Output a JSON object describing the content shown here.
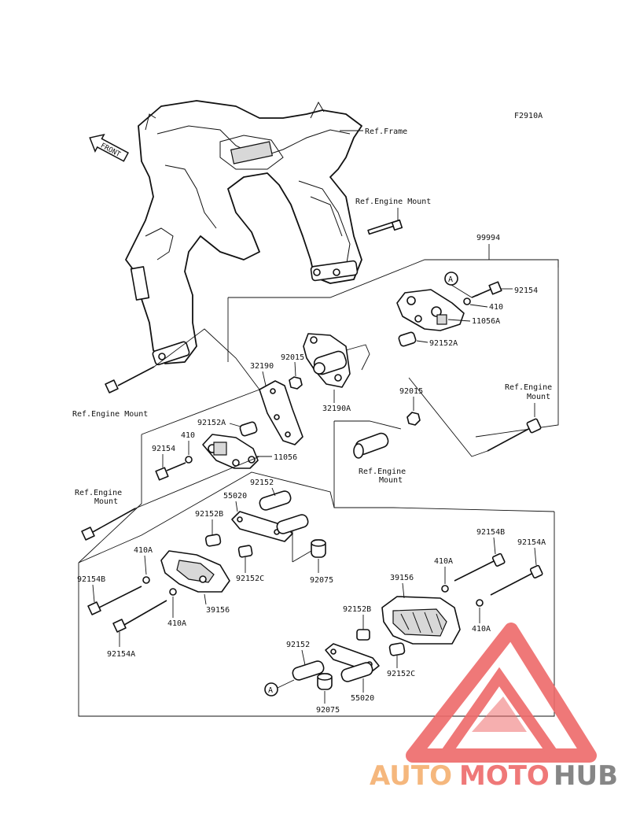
{
  "figure_code": "F2910A",
  "front_label": "FRONT",
  "refs": {
    "frame": "Ref.Frame",
    "engine_mount_top": "Ref.Engine Mount",
    "engine_mount_left": "Ref.Engine Mount",
    "engine_mount_right_line1": "Ref.Engine",
    "engine_mount_right_line2": "Mount",
    "engine_mount_mid_line1": "Ref.Engine",
    "engine_mount_mid_line2": "Mount",
    "engine_mount_lower_line1": "Ref.Engine",
    "engine_mount_lower_line2": "Mount"
  },
  "parts": {
    "p99994": "99994",
    "p92154_top": "92154",
    "p410_top": "410",
    "p11056A": "11056A",
    "p92152A_top": "92152A",
    "p92015_top": "92015",
    "p32190": "32190",
    "p32190A": "32190A",
    "p92015_mid": "92015",
    "p92152A_mid": "92152A",
    "p410_mid": "410",
    "p92154_mid": "92154",
    "p11056": "11056",
    "p92152_left": "92152",
    "p55020_left": "55020",
    "p92152B_left": "92152B",
    "p410A_left": "410A",
    "p92154B_left": "92154B",
    "p92152C_left": "92152C",
    "p92075_left": "92075",
    "p39156_left": "39156",
    "p410A_left2": "410A",
    "p92154A_left": "92154A",
    "p92154B_right": "92154B",
    "p92154A_right": "92154A",
    "p410A_right": "410A",
    "p39156_right": "39156",
    "p92152B_right": "92152B",
    "p410A_right2": "410A",
    "p92152_right": "92152",
    "p92152C_right": "92152C",
    "p92075_right": "92075",
    "p55020_right": "55020"
  },
  "callouts": {
    "a_top": "A",
    "a_bottom": "A"
  },
  "watermark": {
    "part1": "AUTO",
    "part2": "MOTO",
    "part3": "HUB"
  },
  "colors": {
    "watermark_orange": "#f5b070",
    "watermark_red": "#ee6a6a",
    "watermark_gray": "#7a7a7a",
    "ink": "#111111"
  }
}
